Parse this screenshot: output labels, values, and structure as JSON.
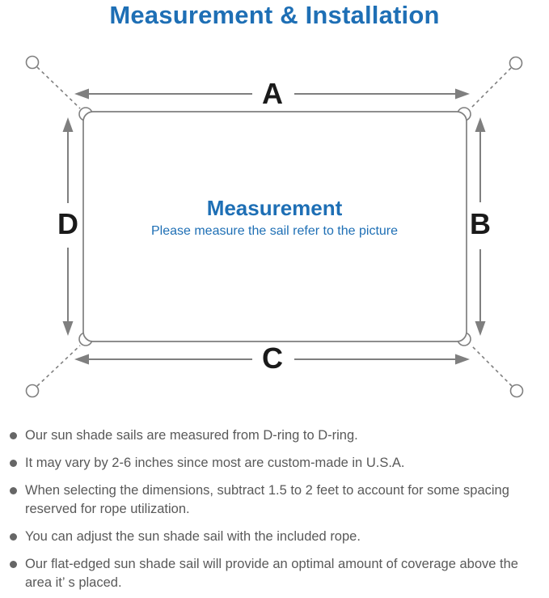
{
  "title": "Measurement & Installation",
  "diagram": {
    "label_a": "A",
    "label_b": "B",
    "label_c": "C",
    "label_d": "D",
    "center_title": "Measurement",
    "center_subtitle": "Please measure the sail refer to the picture"
  },
  "notes": [
    "Our sun shade sails are measured from D-ring to D-ring.",
    "It may vary by 2-6 inches since most are custom-made in U.S.A.",
    "When selecting the dimensions, subtract 1.5 to 2 feet to account for some spacing reserved for rope utilization.",
    "You can adjust the sun shade sail with the included rope.",
    "Our flat-edged sun shade sail will provide an optimal amount of coverage above the area it’ s placed."
  ],
  "colors": {
    "accent_blue": "#1e6fb5",
    "line_gray": "#7f7f7f",
    "text_gray": "#595959",
    "label_black": "#1a1a1a",
    "bullet_gray": "#666666"
  }
}
